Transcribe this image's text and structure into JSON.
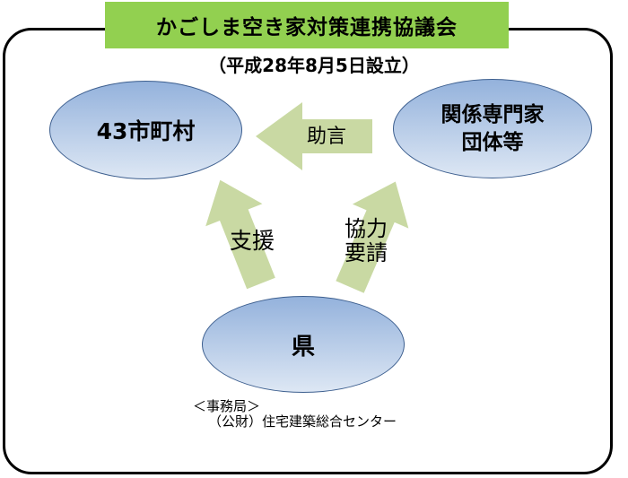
{
  "header": {
    "title": "かごしま空き家対策連携協議会",
    "subtitle": "（平成28年8月5日設立）"
  },
  "nodes": {
    "municipalities": {
      "label": "43市町村"
    },
    "experts": {
      "label_line1": "関係専門家",
      "label_line2": "団体等"
    },
    "prefecture": {
      "label": "県"
    }
  },
  "arrows": {
    "advice": {
      "label": "助言",
      "direction": "left"
    },
    "support": {
      "label": "支援",
      "direction": "up-left"
    },
    "cooperation": {
      "label_line1": "協力",
      "label_line2": "要請",
      "direction": "up-right"
    }
  },
  "footer": {
    "line1": "＜事務局＞",
    "line2": "（公財）住宅建築総合センター"
  },
  "colors": {
    "header_green": "#92D050",
    "arrow_green": "#C9D9A3",
    "ellipse_top": "#94B2DC",
    "ellipse_bottom": "#DDE7F4",
    "ellipse_border": "#3D5F8F",
    "frame_border": "#000000"
  }
}
